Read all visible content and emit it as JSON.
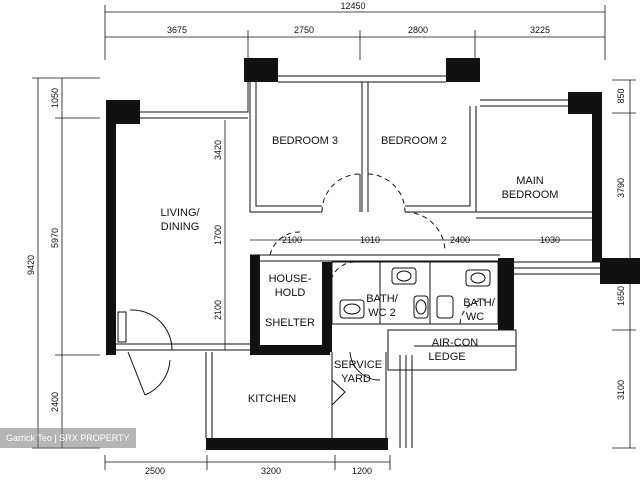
{
  "dimensions": {
    "total_width": "12450",
    "top": [
      "3675",
      "2750",
      "2800",
      "3225"
    ],
    "bottom": [
      "2500",
      "3200",
      "1200"
    ],
    "left_total": "9420",
    "left": [
      "1050",
      "5970",
      "2400"
    ],
    "right": [
      "850",
      "3790",
      "1650",
      "3100"
    ],
    "inner_vertical": [
      "3420",
      "1700",
      "2100"
    ],
    "inner_horizontal": [
      "2100",
      "1010",
      "2400",
      "1030"
    ]
  },
  "rooms": {
    "bedroom3": "BEDROOM 3",
    "bedroom2": "BEDROOM 2",
    "main_bedroom_line1": "MAIN",
    "main_bedroom_line2": "BEDROOM",
    "living_line1": "LIVING/",
    "living_line2": "DINING",
    "shelter_line1": "HOUSE-",
    "shelter_line2": "HOLD",
    "shelter_line3": "SHELTER",
    "bath2_line1": "BATH/",
    "bath2_line2": "WC 2",
    "bath_line1": "BATH/",
    "bath_line2": "WC",
    "aircon_line1": "AIR-CON",
    "aircon_line2": "LEDGE",
    "service_line1": "SERVICE",
    "service_line2": "YARD",
    "kitchen": "KITCHEN"
  },
  "watermark": "Garrick Teo | SRX PROPERTY"
}
